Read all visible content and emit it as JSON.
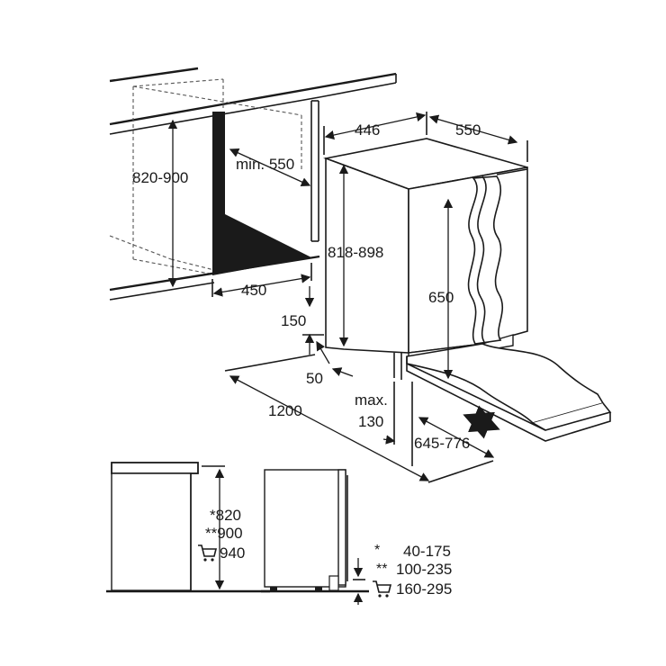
{
  "diagram": {
    "dims": {
      "d446": "446",
      "d550_top": "550",
      "d820_900": "820-900",
      "min_550": "min. 550",
      "d818_898": "818-898",
      "d450": "450",
      "d650": "650",
      "d150": "150",
      "d50": "50",
      "d1200": "1200",
      "max_label": "max.",
      "max_130": "130",
      "d645_776": "645-776"
    },
    "side_heights": {
      "h820": "*820",
      "h900": "**900",
      "h940": "940"
    },
    "plinth_legend": [
      {
        "marker": "*",
        "value": "40-175"
      },
      {
        "marker": "**",
        "value": "100-235"
      },
      {
        "marker": "cart-icon",
        "value": "160-295"
      }
    ]
  }
}
